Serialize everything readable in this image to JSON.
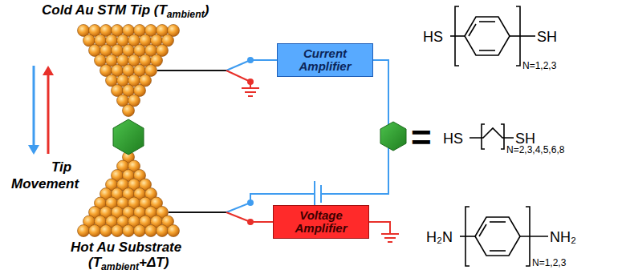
{
  "diagram": {
    "nodes": [
      {
        "text": [
          "Current Amplifier"
        ]
      },
      {
        "text": [
          "Voltage Amplifier"
        ]
      }
    ],
    "labels": [
      "Cold Au STM Tip (T",
      "ambient",
      ")",
      "Tip",
      "Movement",
      "Hot Au Substrate",
      "(T",
      "ambient",
      "+ΔT)",
      "HS",
      "SH",
      "N=1,2,3",
      "=",
      "HS",
      "SH",
      "N=2,3,4,5,6,8",
      "H₂N",
      "NH₂",
      "N=1,2,3"
    ]
  }
}
